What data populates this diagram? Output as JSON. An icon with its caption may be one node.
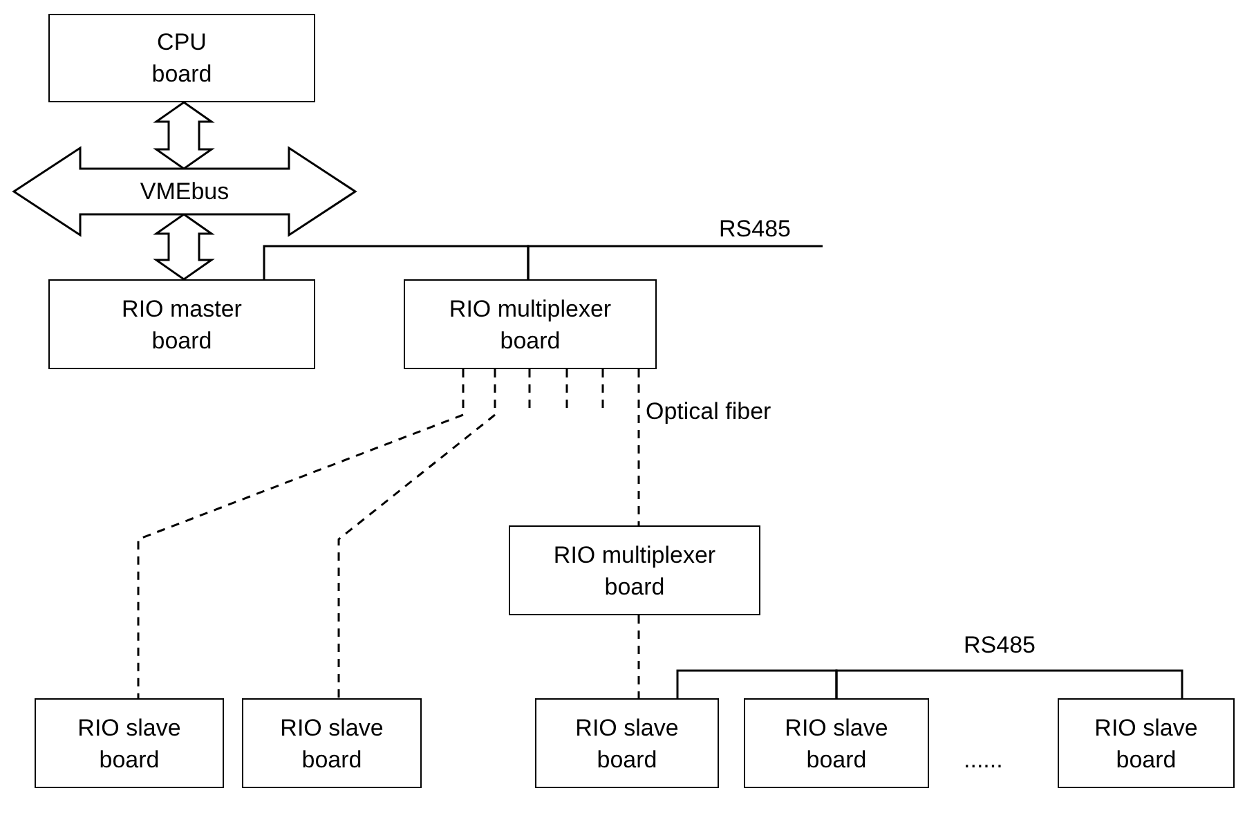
{
  "diagram": {
    "nodes": [
      {
        "text": [
          "CPU board"
        ]
      },
      {
        "text": [
          "VMEbus"
        ]
      },
      {
        "text": [
          "RIO master board"
        ]
      },
      {
        "text": [
          "RIO multiplexer board"
        ]
      },
      {
        "text": [
          "RIO slave board"
        ]
      },
      {
        "text": [
          "RIO slave board"
        ]
      },
      {
        "text": [
          "RIO multiplexer board"
        ]
      },
      {
        "text": [
          "RIO slave board"
        ]
      },
      {
        "text": [
          "RIO slave board"
        ]
      },
      {
        "text": [
          "RIO slave board"
        ]
      }
    ],
    "edges": [
      {
        "from": 0,
        "to": 1,
        "arrow": "both",
        "style": "thick"
      },
      {
        "from": 1,
        "to": 2,
        "arrow": "both",
        "style": "thick"
      },
      {
        "from": 2,
        "to": 3,
        "arrow": "none"
      },
      {
        "from": 3,
        "to": null,
        "arrow": "none"
      },
      {
        "from": 3,
        "to": 4,
        "arrow": "none",
        "style": "dashed"
      },
      {
        "from": 3,
        "to": 5,
        "arrow": "none",
        "style": "dashed"
      },
      {
        "from": 3,
        "to": null,
        "arrow": "none",
        "style": "dashed"
      },
      {
        "from": 3,
        "to": null,
        "arrow": "none",
        "style": "dashed"
      },
      {
        "from": 3,
        "to": null,
        "arrow": "none",
        "style": "dashed"
      },
      {
        "from": 3,
        "to": 6,
        "arrow": "none",
        "style": "dashed",
        "label": "Optical fiber"
      },
      {
        "from": 6,
        "to": 7,
        "arrow": "none",
        "style": "dashed"
      },
      {
        "from": 7,
        "to": 8,
        "arrow": "none"
      },
      {
        "from": 8,
        "to": 9,
        "arrow": "none"
      }
    ],
    "labels": [
      "RS485",
      "RS485",
      "......"
    ]
  }
}
